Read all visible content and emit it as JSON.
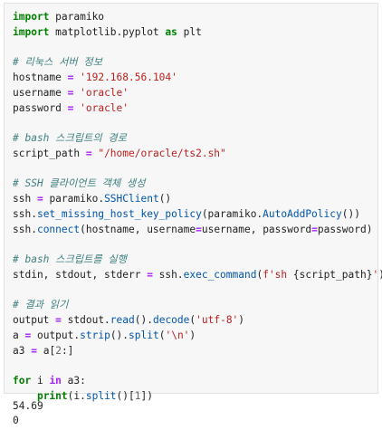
{
  "code_cell": {
    "lines": [
      [
        {
          "t": "import",
          "c": "kw"
        },
        {
          "t": " paramiko",
          "c": ""
        }
      ],
      [
        {
          "t": "import",
          "c": "kw"
        },
        {
          "t": " matplotlib.pyplot ",
          "c": ""
        },
        {
          "t": "as",
          "c": "kw"
        },
        {
          "t": " plt",
          "c": ""
        }
      ],
      [],
      [
        {
          "t": "# 리눅스 서버 정보",
          "c": "cm"
        }
      ],
      [
        {
          "t": "hostname ",
          "c": ""
        },
        {
          "t": "=",
          "c": "op"
        },
        {
          "t": " ",
          "c": ""
        },
        {
          "t": "'192.168.56.104'",
          "c": "str"
        }
      ],
      [
        {
          "t": "username ",
          "c": ""
        },
        {
          "t": "=",
          "c": "op"
        },
        {
          "t": " ",
          "c": ""
        },
        {
          "t": "'oracle'",
          "c": "str"
        }
      ],
      [
        {
          "t": "password ",
          "c": ""
        },
        {
          "t": "=",
          "c": "op"
        },
        {
          "t": " ",
          "c": ""
        },
        {
          "t": "'oracle'",
          "c": "str"
        }
      ],
      [],
      [
        {
          "t": "# bash 스크립트의 경로",
          "c": "cm"
        }
      ],
      [
        {
          "t": "script_path ",
          "c": ""
        },
        {
          "t": "=",
          "c": "op"
        },
        {
          "t": " ",
          "c": ""
        },
        {
          "t": "\"/home/oracle/ts2.sh\"",
          "c": "str"
        }
      ],
      [],
      [
        {
          "t": "# SSH 클라이언트 객체 생성",
          "c": "cm"
        }
      ],
      [
        {
          "t": "ssh ",
          "c": ""
        },
        {
          "t": "=",
          "c": "op"
        },
        {
          "t": " paramiko.",
          "c": ""
        },
        {
          "t": "SSHClient",
          "c": "fn"
        },
        {
          "t": "()",
          "c": ""
        }
      ],
      [
        {
          "t": "ssh.",
          "c": ""
        },
        {
          "t": "set_missing_host_key_policy",
          "c": "fn"
        },
        {
          "t": "(paramiko.",
          "c": ""
        },
        {
          "t": "AutoAddPolicy",
          "c": "fn"
        },
        {
          "t": "())",
          "c": ""
        }
      ],
      [
        {
          "t": "ssh.",
          "c": ""
        },
        {
          "t": "connect",
          "c": "fn"
        },
        {
          "t": "(hostname, username",
          "c": ""
        },
        {
          "t": "=",
          "c": "op"
        },
        {
          "t": "username, password",
          "c": ""
        },
        {
          "t": "=",
          "c": "op"
        },
        {
          "t": "password)",
          "c": ""
        }
      ],
      [],
      [
        {
          "t": "# bash 스크립트를 실행",
          "c": "cm"
        }
      ],
      [
        {
          "t": "stdin, stdout, stderr ",
          "c": ""
        },
        {
          "t": "=",
          "c": "op"
        },
        {
          "t": " ssh.",
          "c": ""
        },
        {
          "t": "exec_command",
          "c": "fn"
        },
        {
          "t": "(",
          "c": ""
        },
        {
          "t": "f'sh ",
          "c": "str"
        },
        {
          "t": "{script_path}",
          "c": ""
        },
        {
          "t": "'",
          "c": "str"
        },
        {
          "t": ")",
          "c": ""
        }
      ],
      [],
      [
        {
          "t": "# 결과 읽기",
          "c": "cm"
        }
      ],
      [
        {
          "t": "output ",
          "c": ""
        },
        {
          "t": "=",
          "c": "op"
        },
        {
          "t": " stdout.",
          "c": ""
        },
        {
          "t": "read",
          "c": "fn"
        },
        {
          "t": "().",
          "c": ""
        },
        {
          "t": "decode",
          "c": "fn"
        },
        {
          "t": "(",
          "c": ""
        },
        {
          "t": "'utf-8'",
          "c": "str"
        },
        {
          "t": ")",
          "c": ""
        }
      ],
      [
        {
          "t": "a ",
          "c": ""
        },
        {
          "t": "=",
          "c": "op"
        },
        {
          "t": " output.",
          "c": ""
        },
        {
          "t": "strip",
          "c": "fn"
        },
        {
          "t": "().",
          "c": ""
        },
        {
          "t": "split",
          "c": "fn"
        },
        {
          "t": "(",
          "c": ""
        },
        {
          "t": "'\\n'",
          "c": "str"
        },
        {
          "t": ")",
          "c": ""
        }
      ],
      [
        {
          "t": "a3 ",
          "c": ""
        },
        {
          "t": "=",
          "c": "op"
        },
        {
          "t": " a[",
          "c": ""
        },
        {
          "t": "2",
          "c": "num"
        },
        {
          "t": ":]",
          "c": ""
        }
      ],
      [],
      [
        {
          "t": "for",
          "c": "kw"
        },
        {
          "t": " i ",
          "c": ""
        },
        {
          "t": "in",
          "c": "op"
        },
        {
          "t": " a3:",
          "c": ""
        }
      ],
      [
        {
          "t": "    ",
          "c": ""
        },
        {
          "t": "print",
          "c": "kw"
        },
        {
          "t": "(i.",
          "c": ""
        },
        {
          "t": "split",
          "c": "fn"
        },
        {
          "t": "()[",
          "c": ""
        },
        {
          "t": "1",
          "c": "num"
        },
        {
          "t": "])",
          "c": ""
        }
      ]
    ]
  },
  "output": {
    "lines": [
      "54.69",
      "0"
    ]
  }
}
